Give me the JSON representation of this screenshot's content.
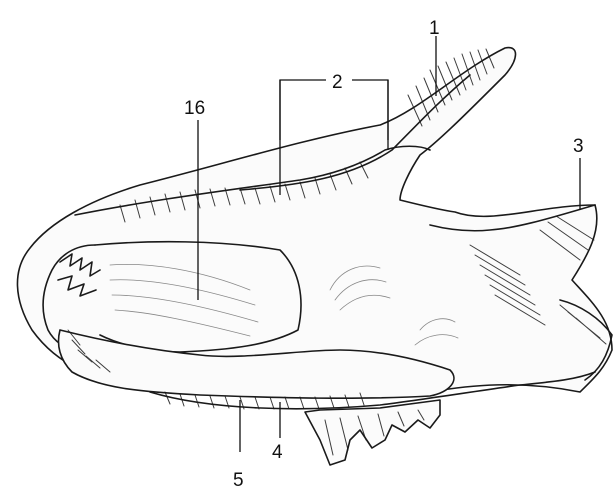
{
  "labels": {
    "l1": "1",
    "l2": "2",
    "l3": "3",
    "l16": "16",
    "l4": "4",
    "l5": "5"
  }
}
